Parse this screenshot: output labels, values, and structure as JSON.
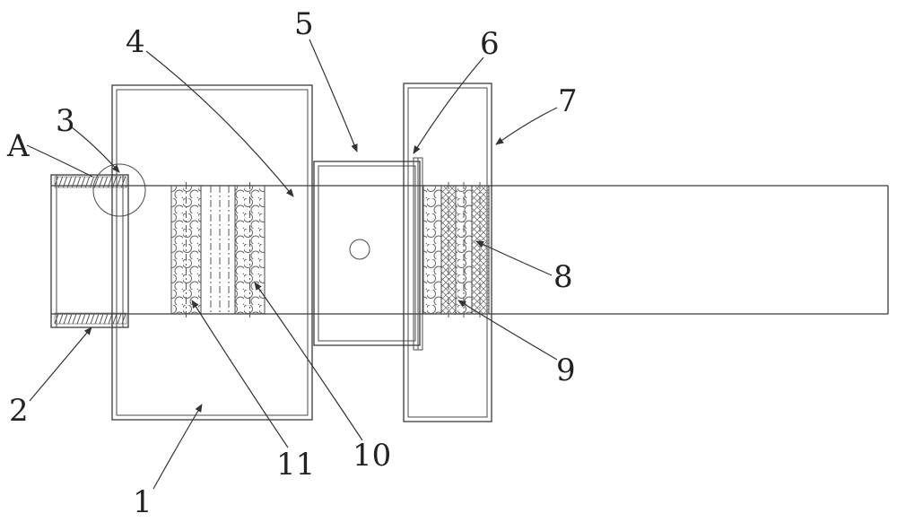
{
  "figure": {
    "kind": "patent-technical-drawing",
    "labels": {
      "A": "A",
      "n1": "1",
      "n2": "2",
      "n3": "3",
      "n4": "4",
      "n5": "5",
      "n6": "6",
      "n7": "7",
      "n8": "8",
      "n9": "9",
      "n10": "10",
      "n11": "11"
    },
    "colors": {
      "line": "#3a3a3a",
      "background": "#ffffff"
    }
  }
}
